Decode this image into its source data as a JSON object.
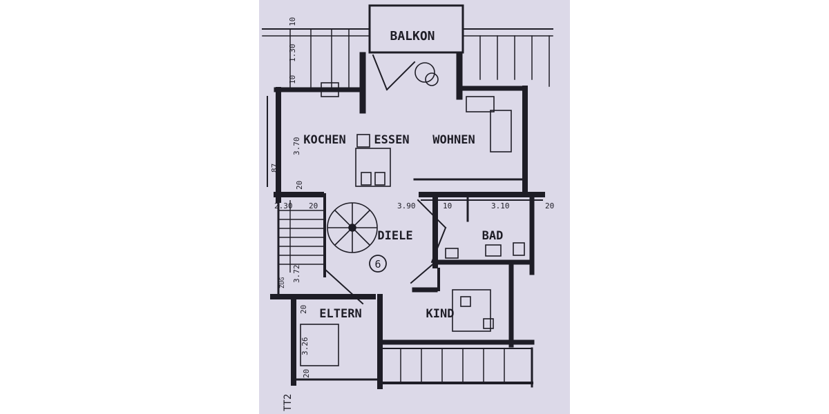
{
  "rooms": {
    "balkon": "BALKON",
    "kochen": "KOCHEN",
    "essen": "ESSEN",
    "wohnen": "WOHNEN",
    "diele": "DIELE",
    "bad": "BAD",
    "eltern": "ELTERN",
    "kind": "KIND"
  },
  "unit_number": "6",
  "dimensions": {
    "d_10_top": "10",
    "d_1_30": "1.30",
    "d_10_mid": "10",
    "d_3_70": "3.70",
    "d_87": "87",
    "d_20_left": "20",
    "d_2_30": "2.30",
    "d_20_diele": "20",
    "d_3_90": "3.90",
    "d_10_bad": "10",
    "d_3_10": "3.10",
    "d_20_right": "20",
    "d_zug": "ZUG",
    "d_3_72": "3.72",
    "d_20_eltern": "20",
    "d_3_26": "3.26",
    "d_20_bottom": "20",
    "d_tt2": "TT2"
  },
  "colors": {
    "paper": "#dcd9e8",
    "ink": "#1e1d26",
    "frame": "#ffffff"
  }
}
